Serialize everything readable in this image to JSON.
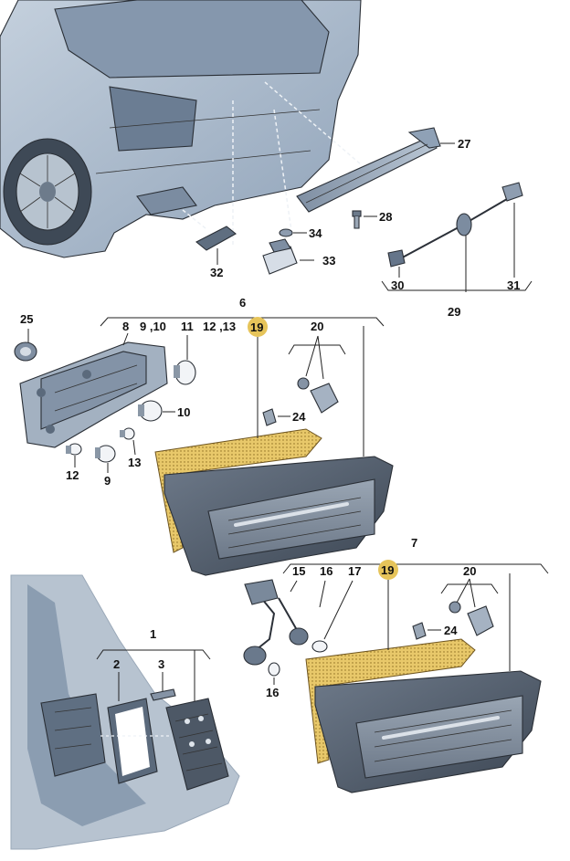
{
  "diagram": {
    "callouts": {
      "p1": "1",
      "p2": "2",
      "p3": "3",
      "p6": "6",
      "p7": "7",
      "p8": "8",
      "p9_10": "9 ,10",
      "p11": "11",
      "p12_13": "12 ,13",
      "p19a": "19",
      "p19b": "19",
      "p20a": "20",
      "p20b": "20",
      "p25": "25",
      "p10": "10",
      "p24a": "24",
      "p24b": "24",
      "p12": "12",
      "p9": "9",
      "p13": "13",
      "p15": "15",
      "p16a": "16",
      "p17": "17",
      "p16b": "16",
      "p27": "27",
      "p28": "28",
      "p34": "34",
      "p33": "33",
      "p32": "32",
      "p30": "30",
      "p31": "31",
      "p29": "29"
    },
    "colors": {
      "body_blue": "#a9b8c9",
      "body_dark": "#7f93aa",
      "lamp_dark": "#4d5866",
      "seal_highlight": "#e8c86a",
      "seal_badge": "#e6c45a",
      "background": "#ffffff"
    }
  }
}
